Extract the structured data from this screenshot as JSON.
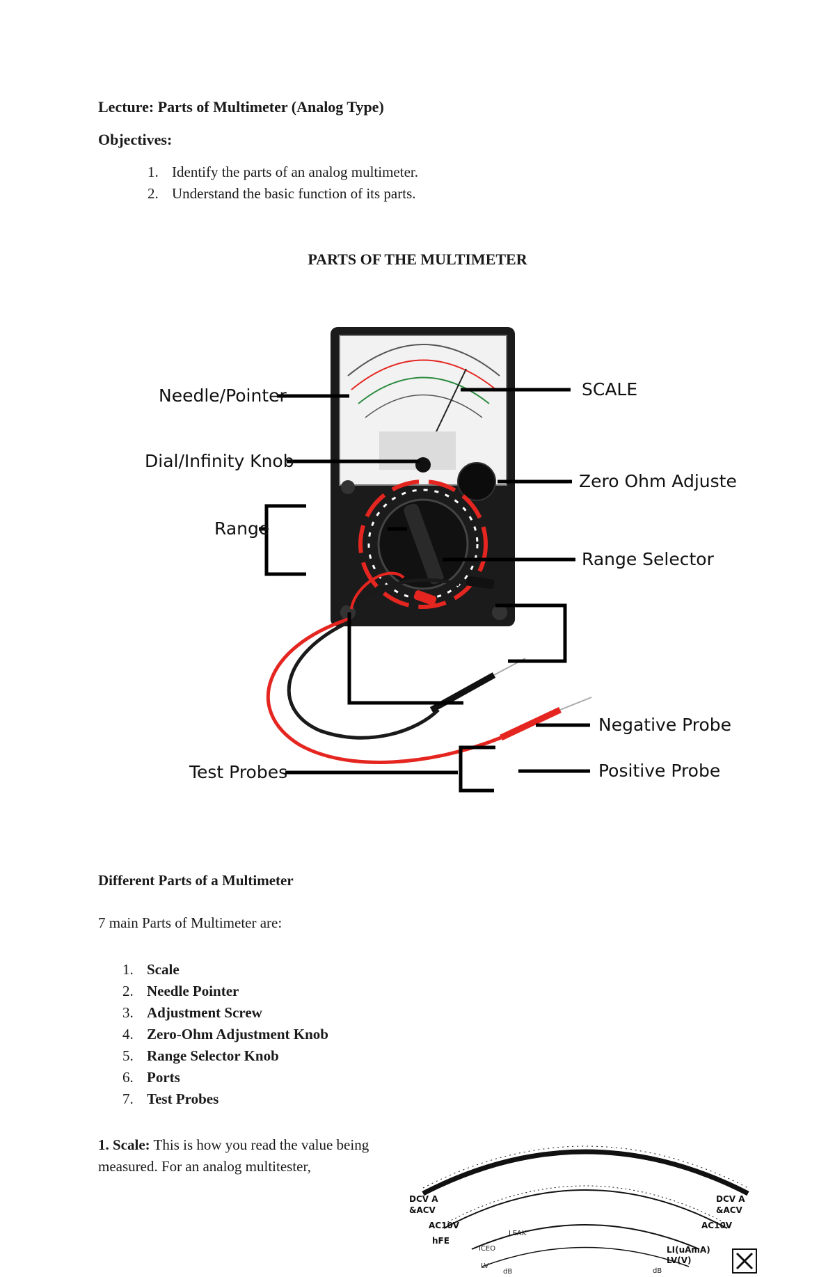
{
  "lecture_title": "Lecture: Parts of Multimeter (Analog Type)",
  "objectives_heading": "Objectives:",
  "objectives": [
    {
      "num": "1.",
      "text": "Identify the parts of an analog multimeter."
    },
    {
      "num": "2.",
      "text": "Understand the basic function of its parts."
    }
  ],
  "section_heading": "PARTS OF THE MULTIMETER",
  "figure_labels": {
    "needle": "Needle/Pointer",
    "dial": "Dial/Infinity Knob",
    "range": "Range",
    "test_probes": "Test Probes",
    "scale": "SCALE",
    "zero_ohm": "Zero Ohm Adjuster",
    "range_selector": "Range Selector",
    "negative_probe": "Negative Probe",
    "positive_probe": "Positive Probe"
  },
  "parts_heading": "Different Parts of a Multimeter",
  "parts_intro": "7 main Parts of Multimeter are:",
  "parts": [
    {
      "num": "1.",
      "text": "Scale"
    },
    {
      "num": "2.",
      "text": "Needle Pointer"
    },
    {
      "num": "3.",
      "text": "Adjustment Screw"
    },
    {
      "num": "4.",
      "text": "Zero-Ohm Adjustment Knob"
    },
    {
      "num": "5.",
      "text": "Range Selector Knob"
    },
    {
      "num": "6.",
      "text": "Ports"
    },
    {
      "num": "7.",
      "text": "Test Probes"
    }
  ],
  "scale_section": {
    "lead": "1. Scale:",
    "text": " This is how you read the value being measured. For an analog multitester,"
  },
  "scale_image_labels": {
    "dcva": "DCV A",
    "acv": "&ACV",
    "ac10v": "AC10V",
    "hfe": "hFE",
    "iceo": "ICEO",
    "leak": "LEAK",
    "li": "LI(uAmA)",
    "lv": "LV(V)",
    "db": "dB",
    "lv_small": "LV",
    "dcva_r": "DCV A",
    "acv_r": "&ACV",
    "ac10v_r": "AC10V"
  },
  "colors": {
    "meter_body": "#1b1b1b",
    "lead_red": "#e52620",
    "lead_black": "#1a1a1a",
    "callout": "#000000"
  }
}
